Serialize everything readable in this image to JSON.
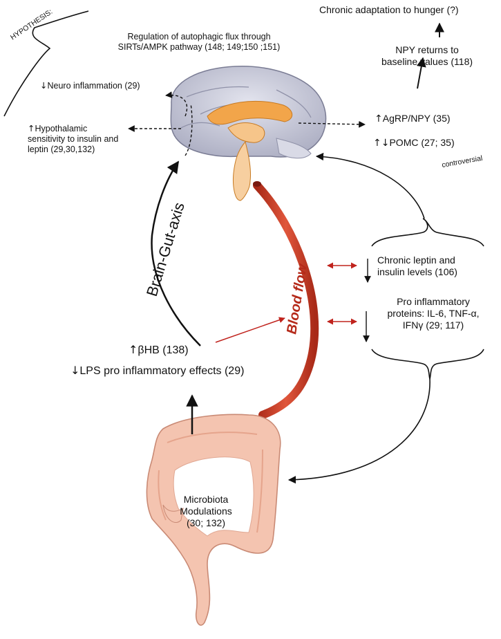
{
  "labels": {
    "hypothesis": "HYPOTHESIS:",
    "autophagic": "Regulation of autophagic flux through SIRTs/AMPK pathway (148; 149;150 ;151)",
    "neuro_inflammation": "Neuro inflammation (29)",
    "hypothalamic_line1": "Hypothalamic",
    "hypothalamic_line2": "sensitivity to insulin and",
    "hypothalamic_line3": "leptin (29,30,132)",
    "chronic_adaptation": "Chronic adaptation to hunger (?)",
    "npy_returns_line1": "NPY returns to",
    "npy_returns_line2": "baseline values (118)",
    "agrp_npy": "AgRP/NPY (35)",
    "pomc": "POMC (27; 35)",
    "controversial": "controversial",
    "brain_gut_axis": "Brain-Gut-axis",
    "blood_flow": "Blood flow",
    "leptin_line1": "Chronic leptin and",
    "leptin_line2": "insulin levels (106)",
    "pro_inflam_line1": "Pro inflammatory",
    "pro_inflam_line2": "proteins: IL-6, TNF-α,",
    "pro_inflam_line3": "IFNγ (29; 117)",
    "bhb": "βHB (138)",
    "lps": "LPS pro inflammatory effects (29)",
    "microbiota_line1": "Microbiota",
    "microbiota_line2": "Modulations",
    "microbiota_line3": "(30; 132)"
  },
  "colors": {
    "blood_vessel": "#d3432b",
    "blood_flow_text": "#b52a1a",
    "red_arrow": "#c0231d",
    "brain_cortex": "#c8c9d8",
    "brain_inner": "#f2a54a",
    "colon": "#f4c4b0"
  }
}
